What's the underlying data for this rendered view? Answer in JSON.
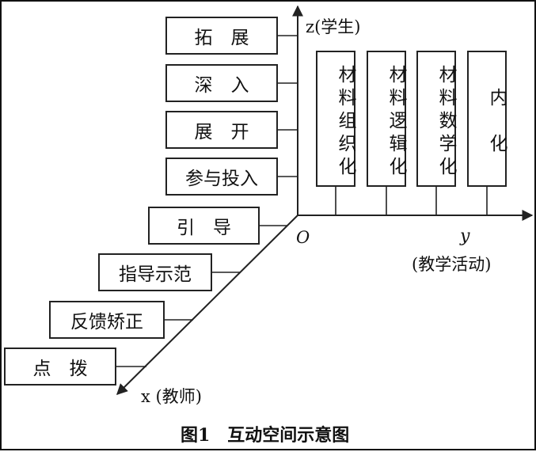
{
  "axes": {
    "z_label": "z(学生)",
    "y_symbol": "y",
    "y_caption": "(教学活动)",
    "x_label": "x (教师)",
    "origin": "O"
  },
  "student_steps": [
    "拓　展",
    "深　入",
    "展　开",
    "参与投入"
  ],
  "activities": [
    "材料组织化",
    "材料逻辑化",
    "材料数学化",
    "内　化"
  ],
  "teacher_steps": [
    "引　导",
    "指导示范",
    "反馈矫正",
    "点　拨"
  ],
  "caption": "图1　互动空间示意图",
  "colors": {
    "ink": "#111111",
    "line": "#222222"
  }
}
